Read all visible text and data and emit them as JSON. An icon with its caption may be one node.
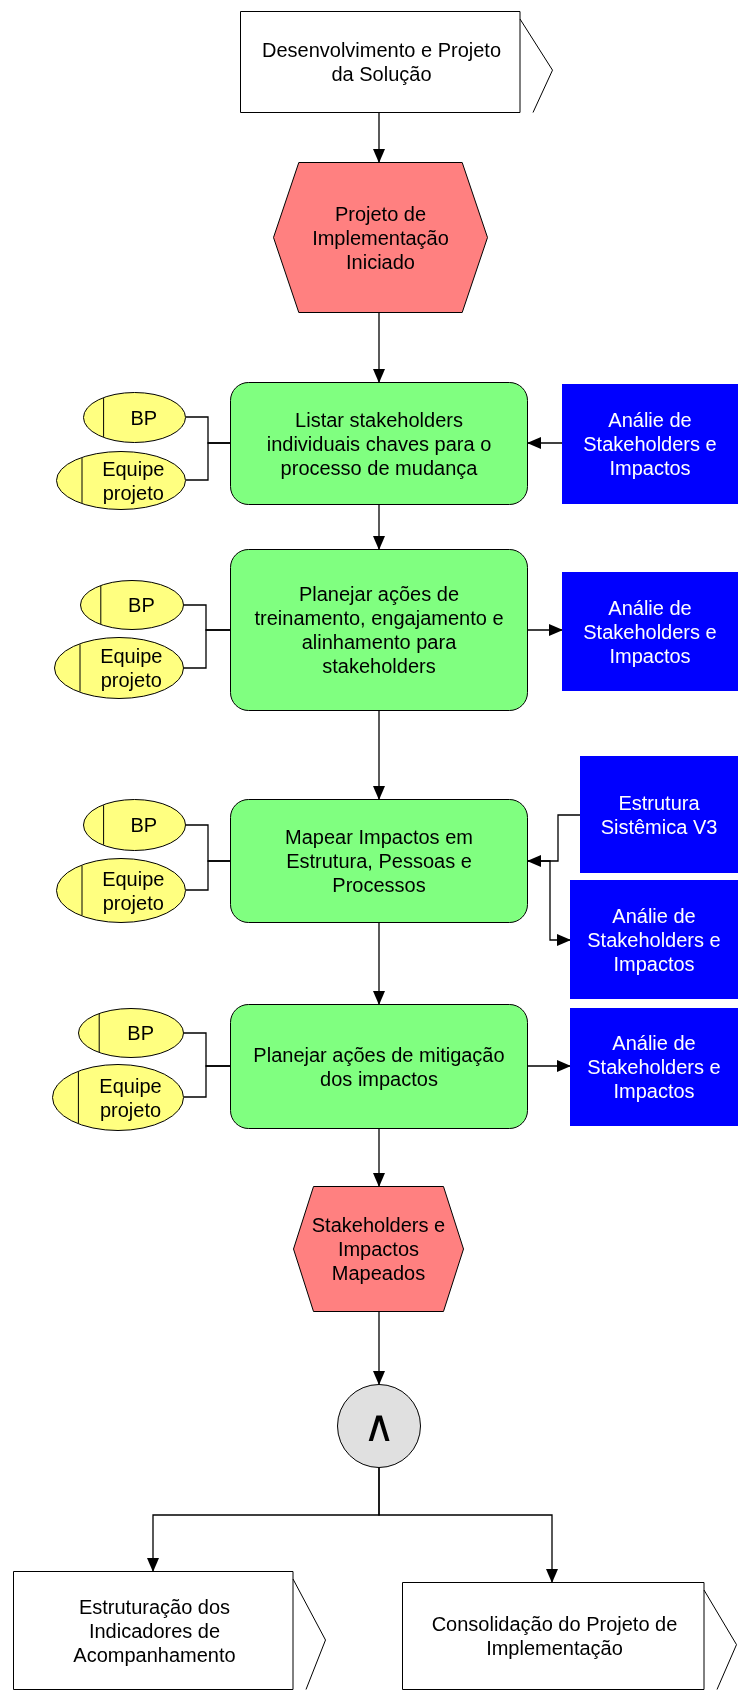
{
  "diagram": {
    "nodes": [
      {
        "text": [
          "Desenvolvimento e Projeto da Solução"
        ]
      },
      {
        "text": [
          "Projeto de Implementação Iniciado"
        ]
      },
      {
        "text": [
          "BP"
        ]
      },
      {
        "text": [
          "Equipe projeto"
        ]
      },
      {
        "text": [
          "Listar stakeholders individuais chaves para o processo de mudança"
        ]
      },
      {
        "text": [
          "Análie de Stakeholders e Impactos"
        ]
      },
      {
        "text": [
          "BP"
        ]
      },
      {
        "text": [
          "Equipe projeto"
        ]
      },
      {
        "text": [
          "Planejar ações de treinamento, engajamento e alinhamento para stakeholders"
        ]
      },
      {
        "text": [
          "Análie de Stakeholders e Impactos"
        ]
      },
      {
        "text": [
          "BP"
        ]
      },
      {
        "text": [
          "Equipe projeto"
        ]
      },
      {
        "text": [
          "Mapear Impactos em Estrutura, Pessoas e Processos"
        ]
      },
      {
        "text": [
          "Estrutura Sistêmica V3"
        ]
      },
      {
        "text": [
          "Análie de Stakeholders e Impactos"
        ]
      },
      {
        "text": [
          "BP"
        ]
      },
      {
        "text": [
          "Equipe projeto"
        ]
      },
      {
        "text": [
          "Planejar ações de mitigação dos impactos"
        ]
      },
      {
        "text": [
          "Análie de Stakeholders e Impactos"
        ]
      },
      {
        "text": [
          "Stakeholders e Impactos Mapeados"
        ]
      },
      {
        "text": [
          "∧"
        ]
      },
      {
        "text": [
          "Estruturação dos Indicadores de Acompanhamento"
        ]
      },
      {
        "text": [
          "Consolidação do Projeto de Implementação"
        ]
      }
    ],
    "edges": [
      {
        "from": 0,
        "to": 1,
        "arrow": "to"
      },
      {
        "from": 1,
        "to": 4,
        "arrow": "to"
      },
      {
        "from": 2,
        "to": 4,
        "arrow": "none"
      },
      {
        "from": 3,
        "to": 4,
        "arrow": "none"
      },
      {
        "from": 5,
        "to": 4,
        "arrow": "to"
      },
      {
        "from": 4,
        "to": 8,
        "arrow": "to"
      },
      {
        "from": 6,
        "to": 8,
        "arrow": "none"
      },
      {
        "from": 7,
        "to": 8,
        "arrow": "none"
      },
      {
        "from": 8,
        "to": 9,
        "arrow": "to"
      },
      {
        "from": 8,
        "to": 12,
        "arrow": "to"
      },
      {
        "from": 10,
        "to": 12,
        "arrow": "none"
      },
      {
        "from": 11,
        "to": 12,
        "arrow": "none"
      },
      {
        "from": 13,
        "to": 12,
        "arrow": "to"
      },
      {
        "from": 12,
        "to": 14,
        "arrow": "to"
      },
      {
        "from": 12,
        "to": 17,
        "arrow": "to"
      },
      {
        "from": 15,
        "to": 17,
        "arrow": "none"
      },
      {
        "from": 16,
        "to": 17,
        "arrow": "none"
      },
      {
        "from": 17,
        "to": 18,
        "arrow": "to"
      },
      {
        "from": 17,
        "to": 19,
        "arrow": "to"
      },
      {
        "from": 19,
        "to": 20,
        "arrow": "to"
      },
      {
        "from": 20,
        "to": 21,
        "arrow": "to"
      },
      {
        "from": 20,
        "to": 22,
        "arrow": "to"
      }
    ]
  }
}
